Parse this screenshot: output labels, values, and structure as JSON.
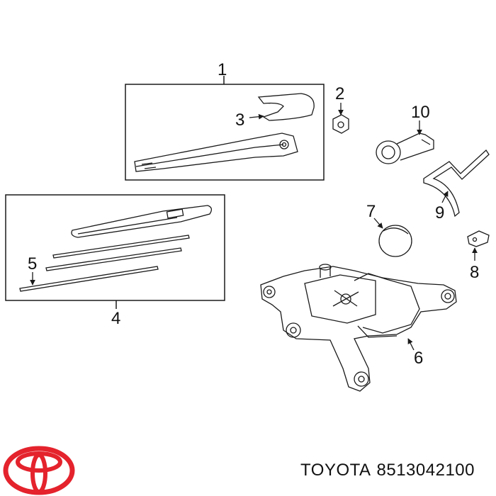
{
  "callouts": [
    "1",
    "2",
    "3",
    "4",
    "5",
    "6",
    "7",
    "8",
    "9",
    "10"
  ],
  "footer": {
    "brand": "TOYOTA",
    "part_number": "8513042100"
  },
  "colors": {
    "logo_red": "#e4232d",
    "line": "#1a1a1a"
  },
  "icons": {
    "logo": "toyota-logo-icon"
  }
}
